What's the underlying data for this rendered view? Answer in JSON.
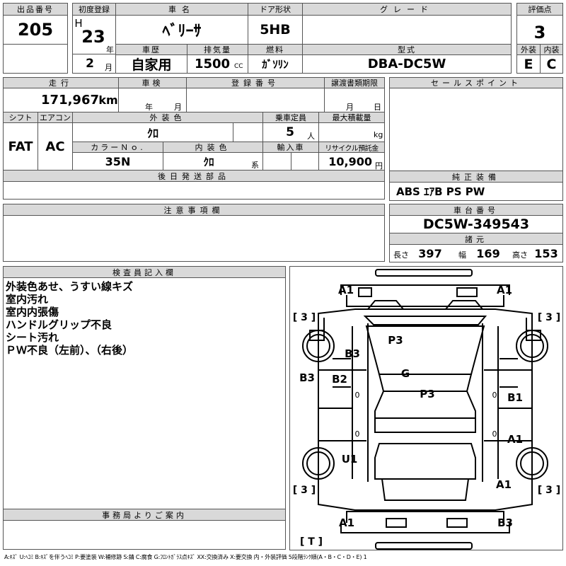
{
  "lot": {
    "label": "出品番号",
    "value": "205"
  },
  "first_reg": {
    "label": "初度登録",
    "era": "H",
    "year": "23",
    "year_unit": "年",
    "month": "2",
    "month_unit": "月"
  },
  "car_name": {
    "label": "車名",
    "value": "ﾍﾞﾘｰｻ"
  },
  "door": {
    "label": "ドア形状",
    "value": "5HB"
  },
  "grade": {
    "label": "グレード",
    "value": ""
  },
  "score": {
    "label": "評価点",
    "value": "3"
  },
  "history": {
    "label": "車歴",
    "value": "自家用"
  },
  "displacement": {
    "label": "排気量",
    "value": "1500",
    "unit": "CC"
  },
  "fuel": {
    "label": "燃料",
    "value": "ｶﾞｿﾘﾝ"
  },
  "model": {
    "label": "型式",
    "value": "DBA-DC5W"
  },
  "exterior_grade": {
    "label": "外装",
    "value": "E"
  },
  "interior_grade": {
    "label": "内装",
    "value": "C"
  },
  "mileage": {
    "label": "走行",
    "value": "171,967",
    "unit": "km"
  },
  "inspection": {
    "label": "車検",
    "year_unit": "年",
    "month_unit": "月"
  },
  "registration": {
    "label": "登録番号",
    "value": ""
  },
  "transfer_docs": {
    "label": "譲渡書類期限",
    "month_unit": "月",
    "day_unit": "日"
  },
  "shift": {
    "label": "シフト",
    "value": "FAT"
  },
  "aircon": {
    "label": "エアコン",
    "value": "AC"
  },
  "exterior_color": {
    "label": "外装色",
    "value": "ｸﾛ"
  },
  "capacity": {
    "label": "乗車定員",
    "value": "5",
    "unit": "人"
  },
  "max_load": {
    "label": "最大積載量",
    "value": "",
    "unit": "kg"
  },
  "color_no": {
    "label": "カラーＮｏ.",
    "value": "35N"
  },
  "interior_color": {
    "label": "内装色",
    "value": "ｸﾛ",
    "suffix": "系"
  },
  "import": {
    "label": "輸入車",
    "value": ""
  },
  "recycle": {
    "label": "リサイクル預託金",
    "value": "10,900",
    "unit": "円"
  },
  "later_parts": {
    "label": "後日発送部品",
    "value": ""
  },
  "sales_points": {
    "label": "セールスポイント"
  },
  "genuine_equipment": {
    "label": "純正装備",
    "value": "ABS ｴｱB PS PW"
  },
  "cautions": {
    "label": "注意事項欄"
  },
  "chassis": {
    "label": "車台番号",
    "value": "DC5W-349543"
  },
  "specs": {
    "label": "諸元",
    "length_label": "長さ",
    "length": "397",
    "width_label": "幅",
    "width": "169",
    "height_label": "高さ",
    "height": "153"
  },
  "inspector": {
    "label": "検査員記入欄",
    "notes": [
      "外装色あせ、うすい線キズ",
      "室内汚れ",
      "室内内張傷",
      "ハンドルグリップ不良",
      "シート汚れ",
      "ＰＷ不良（左前）、（右後）"
    ]
  },
  "office": {
    "label": "事務局よりご案内",
    "value": ""
  },
  "diagram": {
    "marks": {
      "front_left": "A1",
      "front_right": "A1",
      "tire_fl": "[ 3 ]",
      "tire_fr": "[ 3 ]",
      "hood": "P3",
      "left_fender": "B3",
      "roof": "G",
      "left_front_door": "B3",
      "left_front_panel": "B2",
      "left_rear_panel": "P3",
      "right_front_door": "B1",
      "right_rear_door": "A1",
      "left_rear_door": "U1",
      "tire_rl": "[ 3 ]",
      "tire_rr": "[ 3 ]",
      "rear_right": "A1",
      "rear_left": "A1",
      "rear_bumper_right": "B3",
      "spare": "[ T ]",
      "zero_left_front": "0",
      "zero_right_front": "0",
      "zero_left_rear": "0",
      "zero_right_rear": "0"
    }
  },
  "legend": "A:ｷｽﾞ U:ﾍｺﾐ B:ｷｽﾞを伴うﾍｺﾐ P:要塗装 W:補修跡 S:錆 C:腐食 G:ﾌﾛﾝﾄｶﾞﾗｽ点ｷｽﾞ XX:交換済み X:要交換 内・外装評価 5段階ﾗﾝｸ順(A・B・C・D・E) 1"
}
